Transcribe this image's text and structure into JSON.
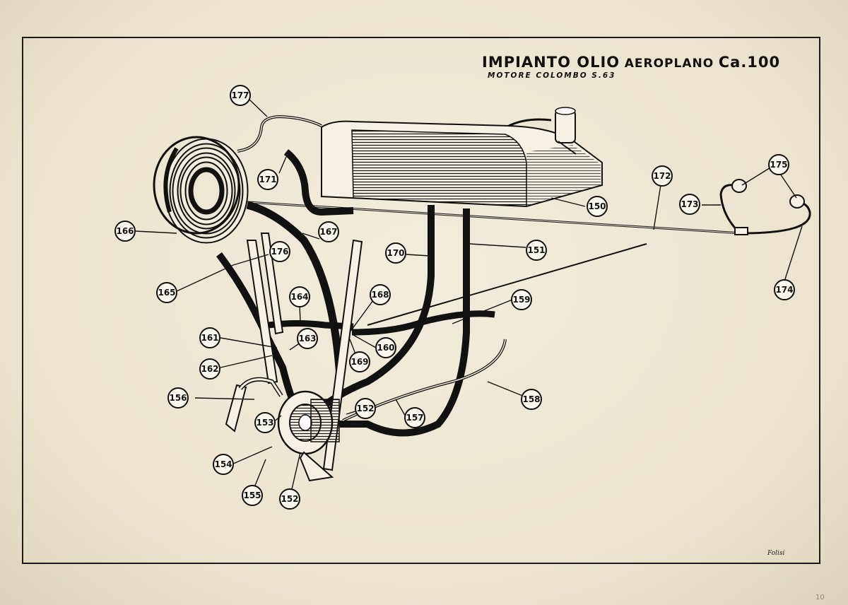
{
  "diagram": {
    "title_part1": "IMPIANTO OLIO",
    "title_part2": "AEROPLANO",
    "title_part3": "Ca.100",
    "subtitle": "MOTORE COLOMBO S.63",
    "signature": "Folisi",
    "page_number": "10",
    "callouts": [
      "177",
      "171",
      "172",
      "173",
      "175",
      "174",
      "150",
      "166",
      "167",
      "176",
      "165",
      "170",
      "151",
      "164",
      "168",
      "159",
      "161",
      "163",
      "162",
      "169",
      "160",
      "156",
      "158",
      "157",
      "153",
      "152",
      "154",
      "155"
    ]
  },
  "colors": {
    "paper": "#ede6d3",
    "ink": "#111111",
    "frame": "#1a1a1a"
  }
}
